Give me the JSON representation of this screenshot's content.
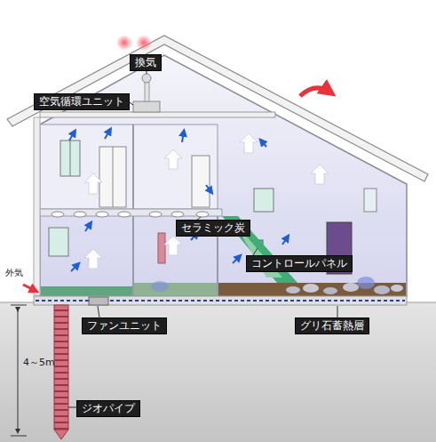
{
  "diagram": {
    "nodes": [
      {
        "text": [
          "換気"
        ]
      },
      {
        "text": [
          "空気循環ユニット"
        ]
      },
      {
        "text": [
          "セラミック炭"
        ]
      },
      {
        "text": [
          "コントロールパネル"
        ]
      },
      {
        "text": [
          "ファンユニット"
        ]
      },
      {
        "text": [
          "グリ石蓄熱層"
        ]
      },
      {
        "text": [
          "ジオパイプ"
        ]
      }
    ],
    "labels": [
      "外気",
      "4～5m"
    ]
  }
}
